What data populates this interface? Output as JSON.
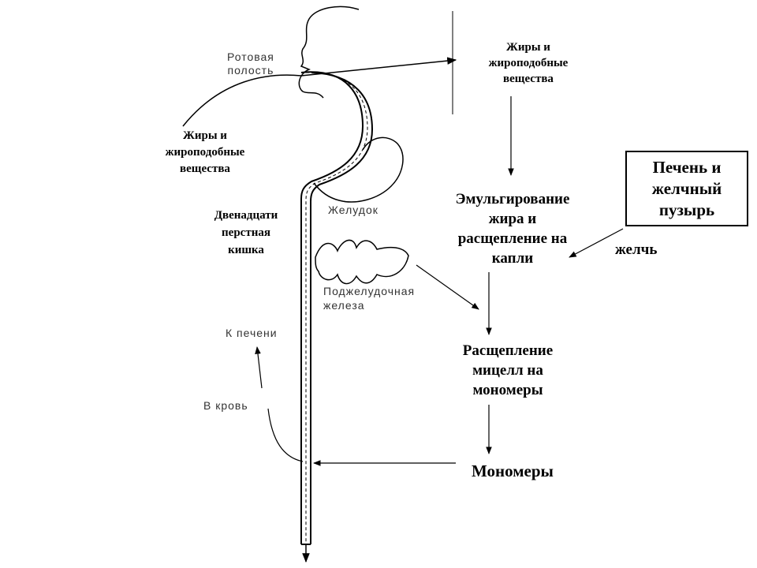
{
  "labels": {
    "mouth": [
      "Ротовая",
      "полость"
    ],
    "fats_top": [
      "Жиры и",
      "жироподобные",
      "вещества"
    ],
    "fats_left": [
      "Жиры и",
      "жироподобные",
      "вещества"
    ],
    "duodenum": [
      "Двенадцати",
      "перстная",
      "кишка"
    ],
    "stomach": "Желудок",
    "pancreas": [
      "Поджелудочная",
      "железа"
    ],
    "to_liver": "К печени",
    "to_blood": "В кровь",
    "emulsification": [
      "Эмульгирование",
      "жира и",
      "расщепление на",
      "капли"
    ],
    "liver_box": [
      "Печень и",
      "желчный",
      "пузырь"
    ],
    "bile": "желчь",
    "micelles": [
      "Расщепление",
      "мицелл на",
      "мономеры"
    ],
    "monomers": "Мономеры"
  },
  "colors": {
    "line": "#000000",
    "text": "#000000",
    "anatomy_text": "#333333"
  }
}
